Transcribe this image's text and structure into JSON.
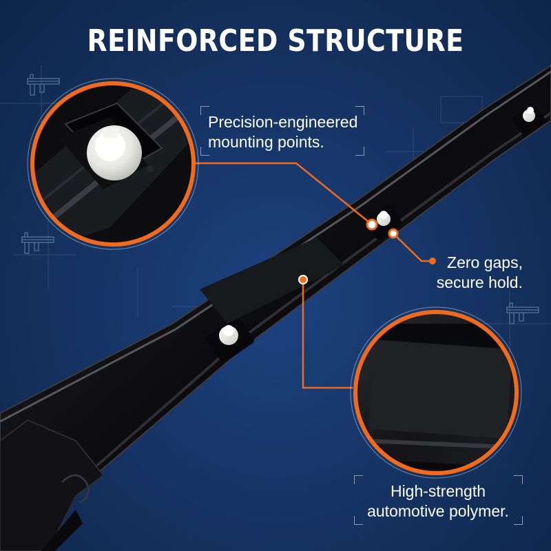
{
  "title": "REINFORCED STRUCTURE",
  "callouts": {
    "mounting": {
      "line1": "Precision-engineered",
      "line2": "mounting points."
    },
    "gaps": {
      "line1": "Zero gaps,",
      "line2": "secure hold."
    },
    "polymer": {
      "line1": "High-strength",
      "line2": "automotive polymer."
    }
  },
  "colors": {
    "background": "#163566",
    "accent": "#f26b1d",
    "part": "#0c0c0f",
    "clip": "#e8e8e4",
    "text": "#ffffff"
  },
  "icons": [
    "caliper-icon",
    "caliper-icon",
    "caliper-icon"
  ]
}
